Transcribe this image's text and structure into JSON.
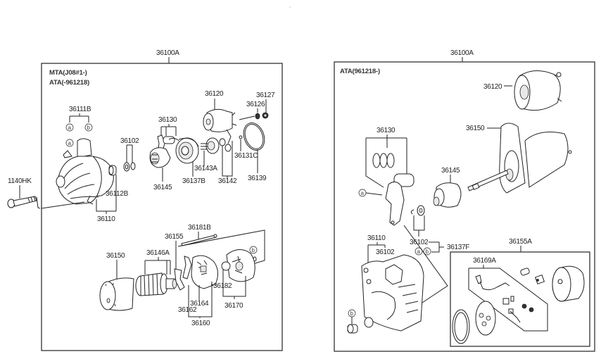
{
  "diagram": {
    "title": "Starter motor assembly exploded parts diagram",
    "left_panel": {
      "assembly_label": "36100A",
      "notes": [
        "MTA(J08#1-)",
        "ATA(-961218)"
      ],
      "labels": {
        "p36111B": "36111B",
        "p36102": "36102",
        "p36112B": "36112B",
        "p36110": "36110",
        "p1140HK": "1140HK",
        "p36130": "36130",
        "p36145": "36145",
        "p36137B": "36137B",
        "p36143A": "36143A",
        "p36120": "36120",
        "p36126": "36126",
        "p36127": "36127",
        "p36131C": "36131C",
        "p36142": "36142",
        "p36139": "36139",
        "p36150": "36150",
        "p36146A": "36146A",
        "p36155": "36155",
        "p36181B": "36181B",
        "p36182": "36182",
        "p36164": "36164",
        "p36162": "36162",
        "p36160": "36160",
        "p36170": "36170"
      },
      "callouts": {
        "a": "a",
        "b": "b"
      }
    },
    "right_panel": {
      "assembly_label": "36100A",
      "notes": [
        "ATA(961218-)"
      ],
      "labels": {
        "p36120": "36120",
        "p36150": "36150",
        "p36130": "36130",
        "p36145": "36145",
        "p36102a": "36102",
        "p36137F": "36137F",
        "p36110": "36110",
        "p36102b": "36102",
        "p36155A": "36155A",
        "p36169A": "36169A"
      },
      "callouts": {
        "a": "a",
        "b": "b"
      }
    }
  }
}
